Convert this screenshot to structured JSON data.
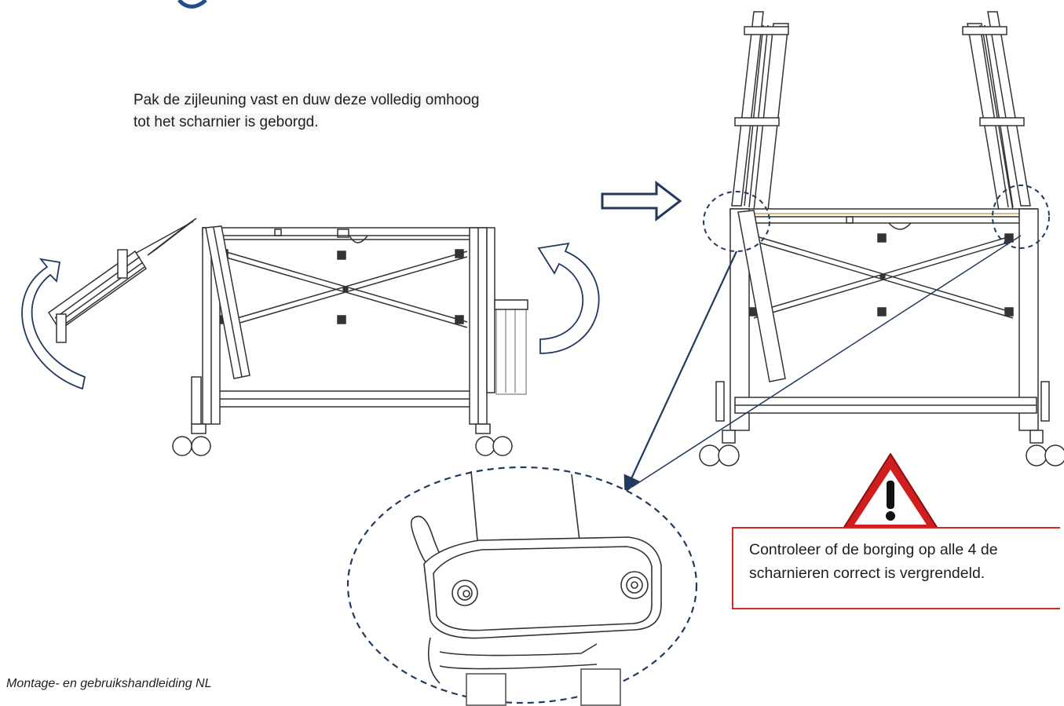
{
  "instruction": {
    "line1": "Pak de zijleuning vast en duw deze volledig omhoog",
    "line2": "tot het scharnier is geborgd."
  },
  "warning": {
    "line1": "Controleer of de borging op alle 4 de",
    "line2": "scharnieren correct is vergrendeld."
  },
  "footer": {
    "text": "Montage- en gebruikshandleiding NL"
  },
  "colors": {
    "arrow_navy": "#223a5e",
    "warning_red": "#d62a2a",
    "heading_blue": "#1f4e8c"
  },
  "icons": [
    "rotate-up-arrow-icon",
    "rotate-down-arrow-icon",
    "next-step-arrow-icon",
    "warning-triangle-icon"
  ]
}
